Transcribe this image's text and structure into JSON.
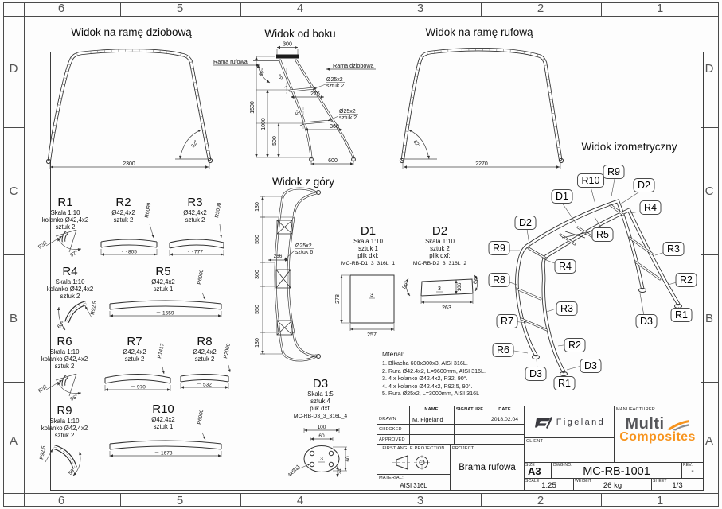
{
  "grid": {
    "cols": [
      "6",
      "5",
      "4",
      "3",
      "2",
      "1"
    ],
    "rows": [
      "D",
      "C",
      "B",
      "A"
    ]
  },
  "views": {
    "bow": {
      "title": "Widok na ramę dziobową",
      "width": "2300",
      "angle": "82°"
    },
    "side": {
      "title": "Widok od boku",
      "top_width": "300",
      "h1": "1500",
      "h2": "1000",
      "h3": "500",
      "bottom_width": "600",
      "dim1": "276",
      "dim2": "360",
      "tube": "Ø25x2",
      "qty": "sztuk 2",
      "angle_top": "60°",
      "angle_small": "5°",
      "label_stern": "Rama rufowa",
      "label_bow": "Rama dziobowa"
    },
    "stern": {
      "title": "Widok na ramę rufową",
      "width": "2270",
      "angle": "82°"
    },
    "top": {
      "title": "Widok z góry",
      "dims": [
        "130",
        "550",
        "300",
        "550",
        "130"
      ],
      "inner": "266",
      "tube": "Ø25x2",
      "qty": "sztuk 6"
    },
    "iso": {
      "title": "Widok izometryczny",
      "callouts": [
        "D1",
        "R10",
        "R9",
        "D2",
        "R4",
        "R5",
        "D2",
        "R9",
        "R3",
        "R4",
        "R8",
        "R2",
        "R3",
        "R7",
        "D3",
        "R1",
        "R2",
        "R6",
        "D3",
        "D3",
        "R1"
      ]
    }
  },
  "parts": {
    "r1": {
      "id": "R1",
      "scale": "Skala 1:10",
      "desc": "kolanko Ø42,4x2",
      "qty": "sztuk 2",
      "radius": "R32",
      "angle": "97°"
    },
    "r2": {
      "id": "R2",
      "desc": "Ø42,4x2",
      "qty": "sztuk 2",
      "radius": "R6099",
      "arc": "805"
    },
    "r3": {
      "id": "R3",
      "desc": "Ø42,4x2",
      "qty": "sztuk 2",
      "radius": "R3000",
      "arc": "777"
    },
    "r4": {
      "id": "R4",
      "scale": "Skala 1:10",
      "desc": "kolanko Ø42,4x2",
      "qty": "sztuk 2",
      "radius": "R92,5",
      "angle": "60°"
    },
    "r5": {
      "id": "R5",
      "desc": "Ø42,4x2",
      "qty": "sztuk 1",
      "radius": "R6000",
      "arc": "1659"
    },
    "r6": {
      "id": "R6",
      "scale": "Skala 1:10",
      "desc": "kolanko Ø42,4x2",
      "qty": "sztuk 2",
      "radius": "R32",
      "angle": "96°"
    },
    "r7": {
      "id": "R7",
      "desc": "Ø42,4x2",
      "qty": "sztuk 2",
      "radius": "R1417",
      "arc": "970"
    },
    "r8": {
      "id": "R8",
      "desc": "Ø42,4x2",
      "qty": "sztuk 2",
      "radius": "R2000",
      "arc": "532"
    },
    "r9": {
      "id": "R9",
      "scale": "Skala 1:10",
      "desc": "kolanko Ø42,4x2",
      "qty": "sztuk 2",
      "radius": "R92,5",
      "angle": "59°"
    },
    "r10": {
      "id": "R10",
      "desc": "Ø42,4x2",
      "qty": "sztuk 1",
      "radius": "R6000",
      "arc": "1673"
    }
  },
  "details": {
    "d1": {
      "id": "D1",
      "scale": "Skala 1:10",
      "qty": "sztuk 1",
      "file_label": "plik dxf:",
      "file": "MC-RB-D1_3_316L_1",
      "w": "257",
      "h": "278",
      "t": "3"
    },
    "d2": {
      "id": "D2",
      "scale": "Skala 1:10",
      "qty": "sztuk 2",
      "file_label": "plik dxf:",
      "file": "MC-RB-D2_3_316L_2",
      "w": "263",
      "h": "106",
      "t": "3",
      "angle_l": "86°",
      "angle_r": "86°"
    },
    "d3": {
      "id": "D3",
      "scale": "Skala 1:5",
      "qty": "sztuk 4",
      "file_label": "plik dxf:",
      "file": "MC-RB-D3_3_316L_4",
      "dim_a": "100",
      "dim_b": "60",
      "dim_c": "60",
      "dim_d": "24",
      "holes": "4xØ11",
      "t": "3"
    }
  },
  "material": {
    "heading": "Mterial:",
    "items": [
      "1. Blkacha 600x300x3, AISI 316L.",
      "2. Rura Ø42.4x2, L=9600mm, AISI 316L.",
      "3. 4 x kolanko Ø42.4x2, R32, 90°.",
      "4. 4 x kolanko Ø42.4x2, R92.5, 90°.",
      "5. Rura Ø25x2, L=3000mm, AISI 316L"
    ]
  },
  "titleblock": {
    "name_h": "NAME",
    "signature_h": "SIGNATURE",
    "date_h": "DATE",
    "drawn_label": "DRAWN",
    "drawn_name": "M. Figeland",
    "drawn_date": "2018.02.04",
    "checked_label": "CHECKED",
    "approved_label": "APPROVED",
    "projection": "FIRST ANGLE PROJECTION",
    "material_label": "MATERIAL:",
    "material": "AISI 316L",
    "project_label": "PROJECT:",
    "project": "Brama rufowa",
    "client_label": "CLIENT",
    "manufacturer_label": "MANUFACTURER",
    "brand_figeland": "Figeland",
    "brand_multi": "Multi",
    "brand_composites": "Composites",
    "size_label": "SIZE",
    "size": "A3",
    "dwg_label": "DWG NO.",
    "dwg": "MC-RB-1001",
    "rev_label": "REV.",
    "rev": "-",
    "scale_label": "SCALE",
    "scale": "1:25",
    "weight_label": "WEIGHT",
    "weight": "26 kg",
    "sheet_label": "SHEET",
    "sheet": "1/3"
  },
  "colors": {
    "brand_orange": "#F7941E",
    "brand_gray": "#55565A"
  }
}
